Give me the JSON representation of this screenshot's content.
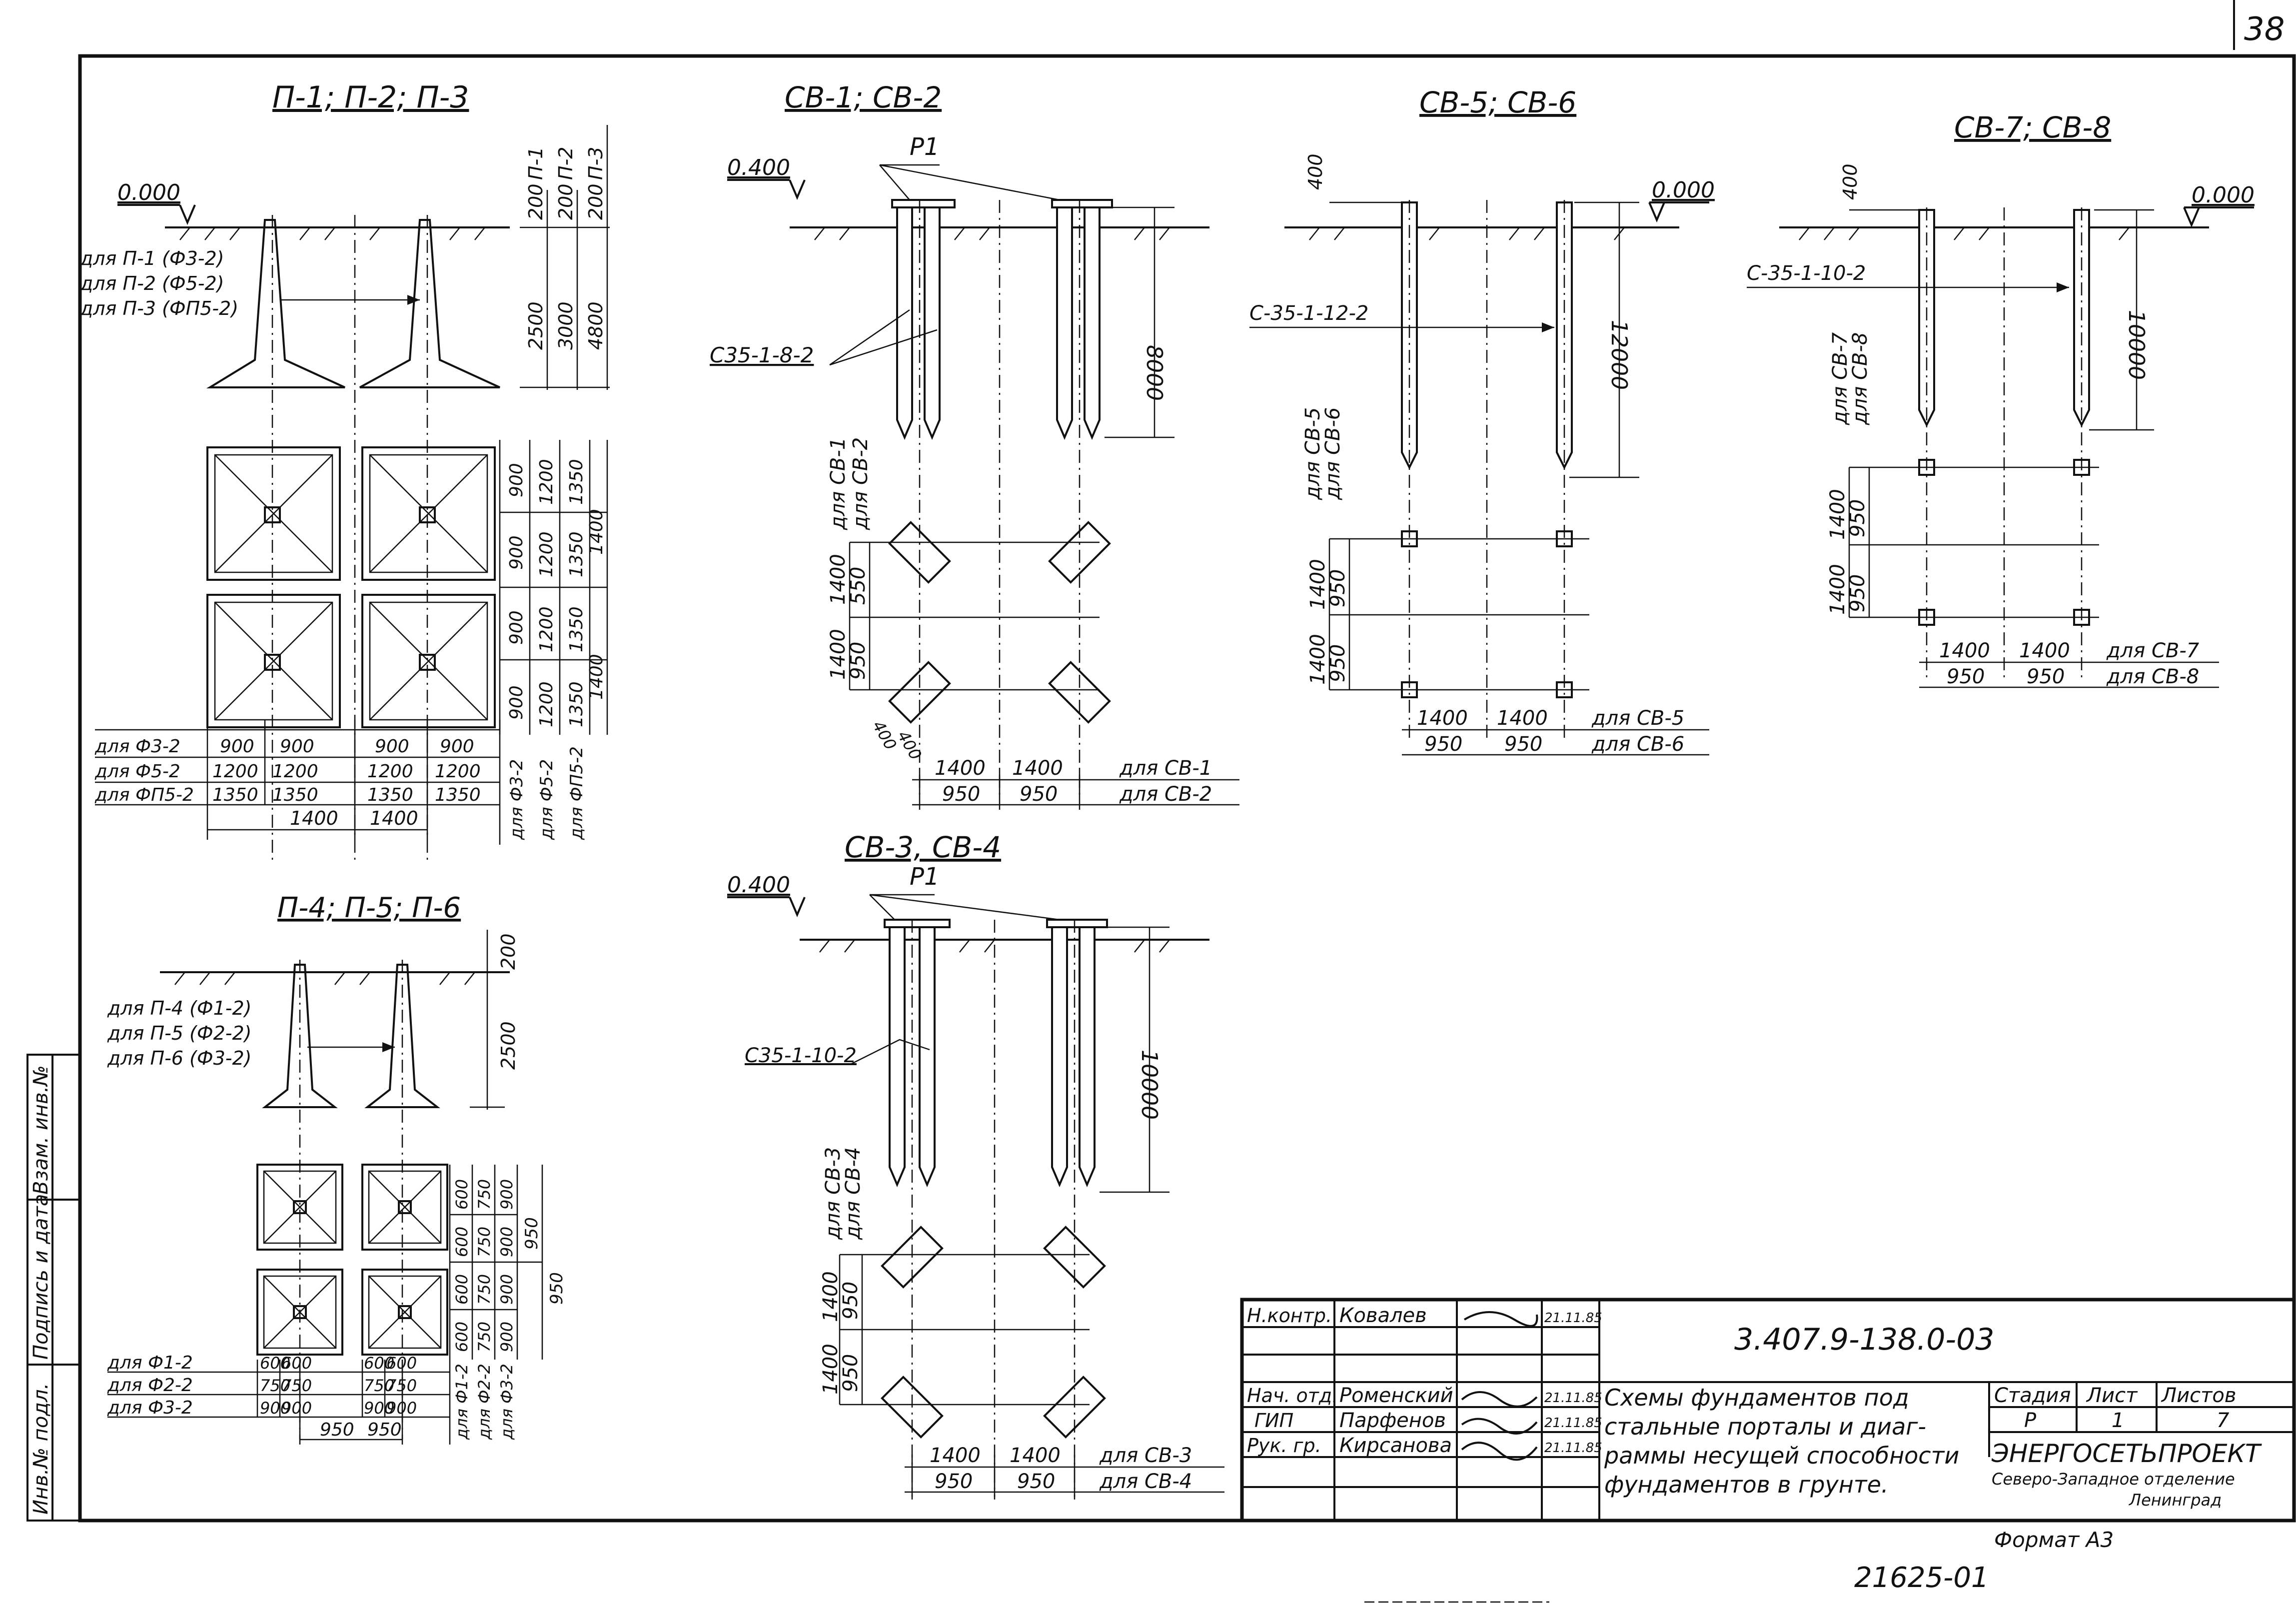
{
  "sheet_number": "38",
  "footer": {
    "format": "Формат А3",
    "inv_number": "21625-01"
  },
  "left_stamp": [
    "Инв.№ подл.",
    "Подпись и дата",
    "Взам. инв.№"
  ],
  "scheme_p13": {
    "title": "П-1; П-2; П-3",
    "level": "0.000",
    "labels": [
      "для П-1 (Ф3-2)",
      "для П-2 (Ф5-2)",
      "для П-3 (ФП5-2)"
    ],
    "right_labels": [
      "П-1",
      "П-2",
      "П-3"
    ],
    "vdims": [
      [
        "200",
        "2500"
      ],
      [
        "200",
        "3000"
      ],
      [
        "200",
        "4800"
      ]
    ],
    "plan_row1": [
      "900",
      "1200",
      "1350"
    ],
    "plan_row2": [
      "900",
      "1200",
      "1350"
    ],
    "plan_row3": [
      "900",
      "1200",
      "1350"
    ],
    "plan_row4": [
      "900",
      "1200",
      "1350"
    ],
    "plan_outer": [
      "1400",
      "1400"
    ],
    "bottom_rows": [
      {
        "label": "для Ф3-2",
        "v": [
          "900",
          "900",
          "900",
          "900"
        ]
      },
      {
        "label": "для Ф5-2",
        "v": [
          "1200",
          "1200",
          "1200",
          "1200"
        ]
      },
      {
        "label": "для ФП5-2",
        "v": [
          "1350",
          "1350",
          "1350",
          "1350"
        ]
      }
    ],
    "bottom_totals": [
      "1400",
      "1400"
    ],
    "vert_labels": [
      "для Ф3-2",
      "для Ф5-2",
      "для ФП5-2"
    ]
  },
  "scheme_p46": {
    "title": "П-4; П-5; П-6",
    "labels": [
      "для П-4 (Ф1-2)",
      "для П-5 (Ф2-2)",
      "для П-6 (Ф3-2)"
    ],
    "vdims": [
      "200",
      "2500"
    ],
    "plan_rows": [
      [
        "600",
        "750",
        "900"
      ],
      [
        "600",
        "750",
        "900"
      ],
      [
        "600",
        "750",
        "900"
      ],
      [
        "600",
        "750",
        "900"
      ]
    ],
    "plan_outer": [
      "950",
      "950"
    ],
    "bottom_rows": [
      {
        "label": "для Ф1-2",
        "v": [
          "600",
          "600",
          "600",
          "600"
        ]
      },
      {
        "label": "для Ф2-2",
        "v": [
          "750",
          "750",
          "750",
          "750"
        ]
      },
      {
        "label": "для Ф3-2",
        "v": [
          "900",
          "900",
          "900",
          "900"
        ]
      }
    ],
    "bottom_totals": [
      "950",
      "950"
    ],
    "vert_labels": [
      "для Ф1-2",
      "для Ф2-2",
      "для Ф3-2"
    ]
  },
  "scheme_sv12": {
    "title": "СВ-1; СВ-2",
    "level": "0.400",
    "rigel": "Р1",
    "pile": "С35-1-8-2",
    "depth": "8000",
    "vert_labels": [
      "для СВ-1",
      "для СВ-2"
    ],
    "vdims": [
      "1400",
      "550",
      "1400",
      "950"
    ],
    "small_dims": [
      "400",
      "400"
    ],
    "hdims_top": [
      "1400",
      "1400"
    ],
    "hdims_bot": [
      "950",
      "950"
    ],
    "hlabels": [
      "для СВ-1",
      "для СВ-2"
    ]
  },
  "scheme_sv34": {
    "title": "СВ-3, СВ-4",
    "level": "0.400",
    "rigel": "Р1",
    "pile": "С35-1-10-2",
    "depth": "10000",
    "vert_labels": [
      "для СВ-3",
      "для СВ-4"
    ],
    "vdims": [
      "1400",
      "950",
      "1400",
      "950"
    ],
    "hdims_top": [
      "1400",
      "1400"
    ],
    "hdims_bot": [
      "950",
      "950"
    ],
    "hlabels": [
      "для СВ-3",
      "для СВ-4"
    ]
  },
  "scheme_sv56": {
    "title": "СВ-5; СВ-6",
    "level": "0.000",
    "top_dim": "400",
    "pile": "С-35-1-12-2",
    "depth": "12000",
    "vert_labels": [
      "для СВ-5",
      "для СВ-6"
    ],
    "vdims": [
      "1400",
      "950",
      "1400",
      "950"
    ],
    "hdims_top": [
      "1400",
      "1400"
    ],
    "hdims_bot": [
      "950",
      "950"
    ],
    "hlabels": [
      "для СВ-5",
      "для СВ-6"
    ]
  },
  "scheme_sv78": {
    "title": "СВ-7; СВ-8",
    "level": "0.000",
    "top_dim": "400",
    "pile": "С-35-1-10-2",
    "depth": "10000",
    "vert_labels": [
      "для СВ-7",
      "для СВ-8"
    ],
    "vdims": [
      "1400",
      "950",
      "1400",
      "950"
    ],
    "hdims_top": [
      "1400",
      "1400"
    ],
    "hdims_bot": [
      "950",
      "950"
    ],
    "hlabels": [
      "для СВ-7",
      "для СВ-8"
    ]
  },
  "title_block": {
    "code": "3.407.9-138.0-03",
    "rows": [
      {
        "role": "Н.контр.",
        "name": "Ковалев",
        "date": "21.11.85"
      },
      {
        "role": "",
        "name": "",
        "date": ""
      },
      {
        "role": "Нач. отд.",
        "name": "Роменский",
        "date": "21.11.85"
      },
      {
        "role": "ГИП",
        "name": "Парфенов",
        "date": "21.11.85"
      },
      {
        "role": "Рук. гр.",
        "name": "Кирсанова",
        "date": "21.11.85"
      }
    ],
    "description": [
      "Схемы фундаментов под",
      "стальные порталы и диаг-",
      "раммы несущей способности",
      "фундаментов в грунте."
    ],
    "stage_hdr": "Стадия",
    "sheet_hdr": "Лист",
    "sheets_hdr": "Листов",
    "stage": "Р",
    "sheet": "1",
    "sheets": "7",
    "org": "ЭНЕРГОСЕТЬПРОЕКТ",
    "org_sub": "Северо-Западное отделение",
    "city": "Ленинград"
  }
}
